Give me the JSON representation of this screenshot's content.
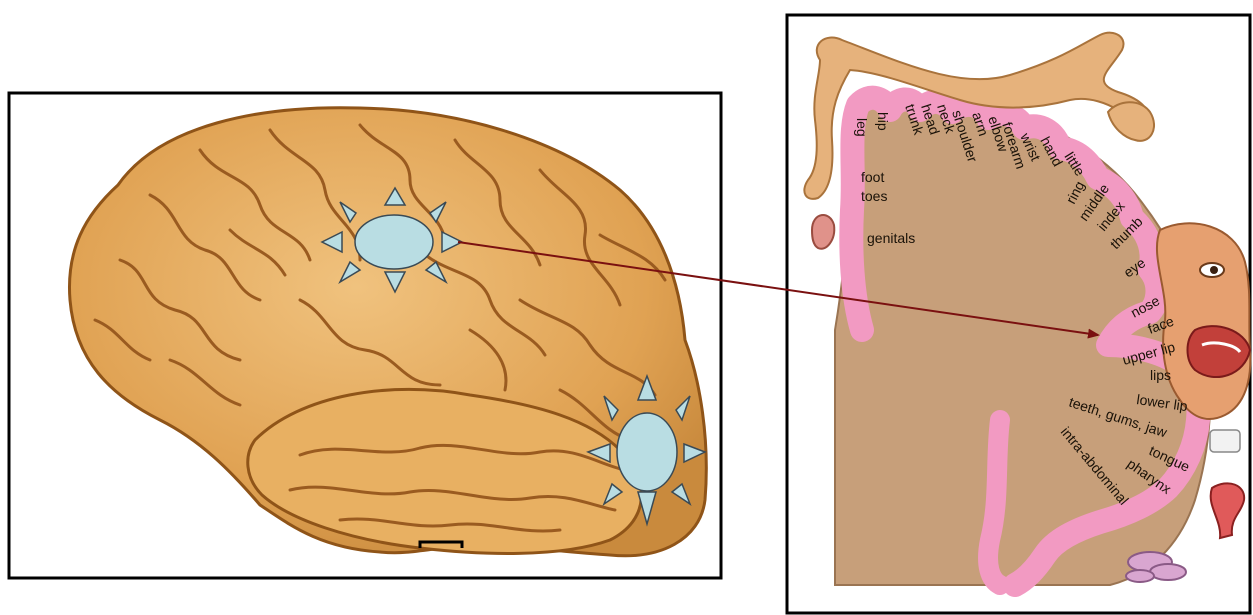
{
  "colors": {
    "frame": "#000000",
    "brain_fill": "#e2a95a",
    "brain_fold": "#a8682a",
    "marker_fill": "#b9dde3",
    "marker_stroke": "#3a4a55",
    "arrow": "#7a1010",
    "cortex_fill": "#c79f7a",
    "cortex_edge": "#f29ac2",
    "body_skin": "#e6b27c"
  },
  "homunculus": {
    "labels": {
      "leg": "leg",
      "hip": "hip",
      "trunk": "trunk",
      "head": "head",
      "neck": "neck",
      "shoulder": "shoulder",
      "arm": "arm",
      "elbow": "elbow",
      "forearm": "forearm",
      "wrist": "wrist",
      "hand": "hand",
      "little": "little",
      "ring": "ring",
      "middle": "middle",
      "index": "index",
      "thumb": "thumb",
      "eye": "eye",
      "nose": "nose",
      "face": "face",
      "upper_lip": "upper lip",
      "lips": "lips",
      "lower_lip": "lower lip",
      "teeth": "teeth, gums, jaw",
      "tongue": "tongue",
      "pharynx": "pharynx",
      "intra": "intra-abdominal",
      "foot": "foot",
      "toes": "toes",
      "genitals": "genitals"
    }
  }
}
